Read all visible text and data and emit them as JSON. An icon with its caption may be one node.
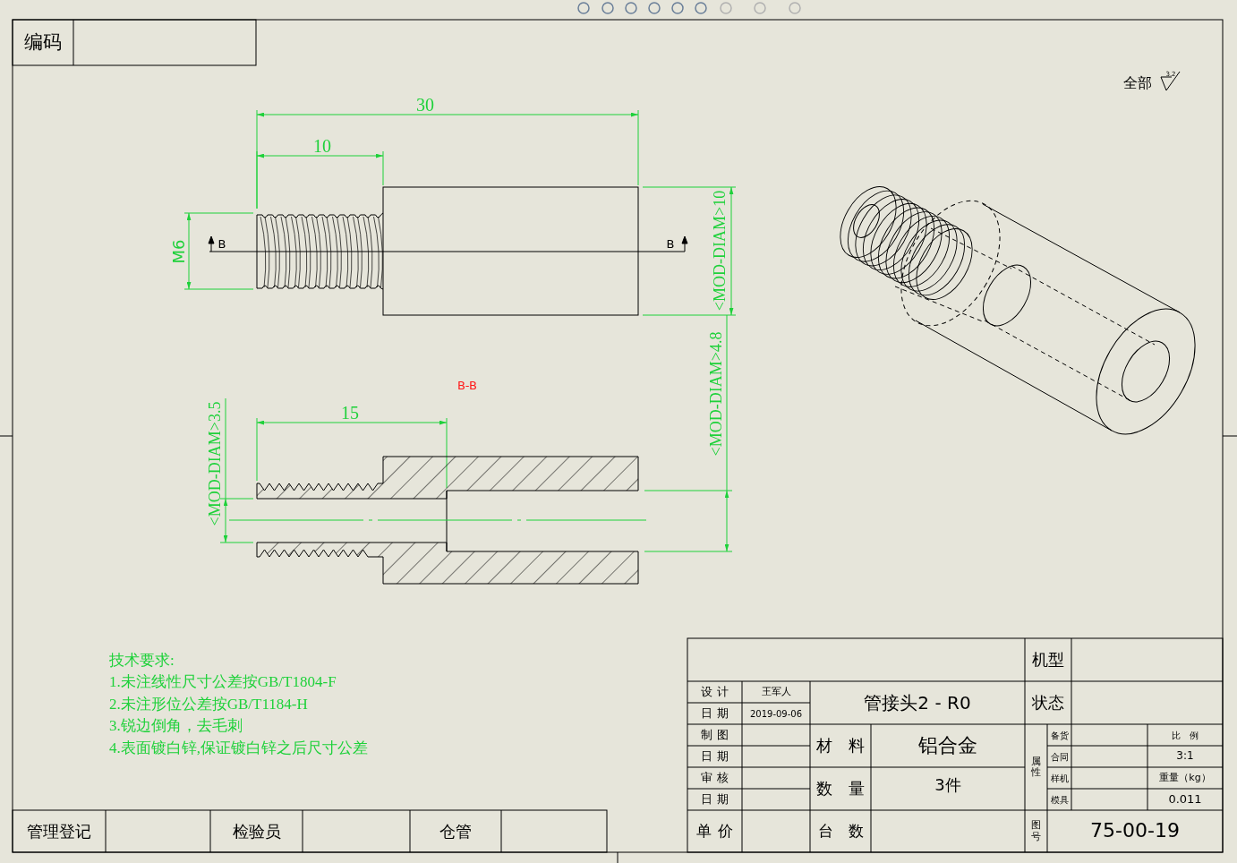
{
  "diagram": {
    "labels": [
      "编码",
      "全部",
      "3.2",
      "30",
      "10",
      "M6",
      "B",
      "B",
      "<MOD-DIAM>10",
      "B-B",
      "15",
      "<MOD-DIAM>4.8",
      "<MOD-DIAM>3.5",
      "技术要求:",
      "1.未注线性尺寸公差按GB/T1804-F",
      "2.未注形位公差按GB/T1184-H",
      "3.锐边倒角，去毛刺",
      "4.表面镀白锌,保证镀白锌之后尺寸公差",
      "机型",
      "设计",
      "王军人",
      "管接头2 - R0",
      "状态",
      "日期",
      "2019-09-06",
      "制图",
      "材料",
      "铝合金",
      "属性",
      "备货",
      "比例",
      "日期",
      "合同",
      "3:1",
      "审核",
      "数量",
      "3件",
      "样机",
      "重量（kg）",
      "日期",
      "模具",
      "0.011",
      "管理登记",
      "检验员",
      "仓管",
      "单价",
      "台数",
      "图号",
      "75-00-19"
    ]
  }
}
